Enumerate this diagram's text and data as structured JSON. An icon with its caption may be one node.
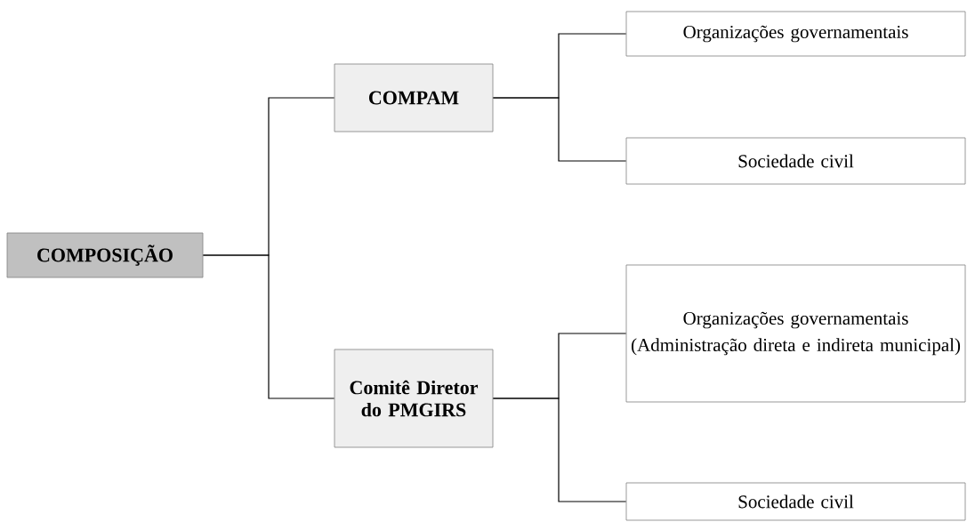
{
  "diagram": {
    "nodes": [
      {
        "text": [
          "COMPOSIÇÃO"
        ]
      },
      {
        "text": [
          "COMPAM"
        ]
      },
      {
        "text": [
          "Comitê Diretor do PMGIRS"
        ]
      },
      {
        "text": [
          "Organizações governamentais"
        ]
      },
      {
        "text": [
          "Sociedade civil"
        ]
      },
      {
        "text": [
          "Organizações governamentais",
          "(Administração direta e indireta municipal)"
        ]
      },
      {
        "text": [
          "Sociedade civil"
        ]
      }
    ],
    "edges": [
      {
        "from": 0,
        "to": 1,
        "arrow": "none"
      },
      {
        "from": 0,
        "to": 2,
        "arrow": "none"
      },
      {
        "from": 1,
        "to": 3,
        "arrow": "none"
      },
      {
        "from": 1,
        "to": 4,
        "arrow": "none"
      },
      {
        "from": 2,
        "to": 5,
        "arrow": "none"
      },
      {
        "from": 2,
        "to": 6,
        "arrow": "none"
      }
    ]
  }
}
